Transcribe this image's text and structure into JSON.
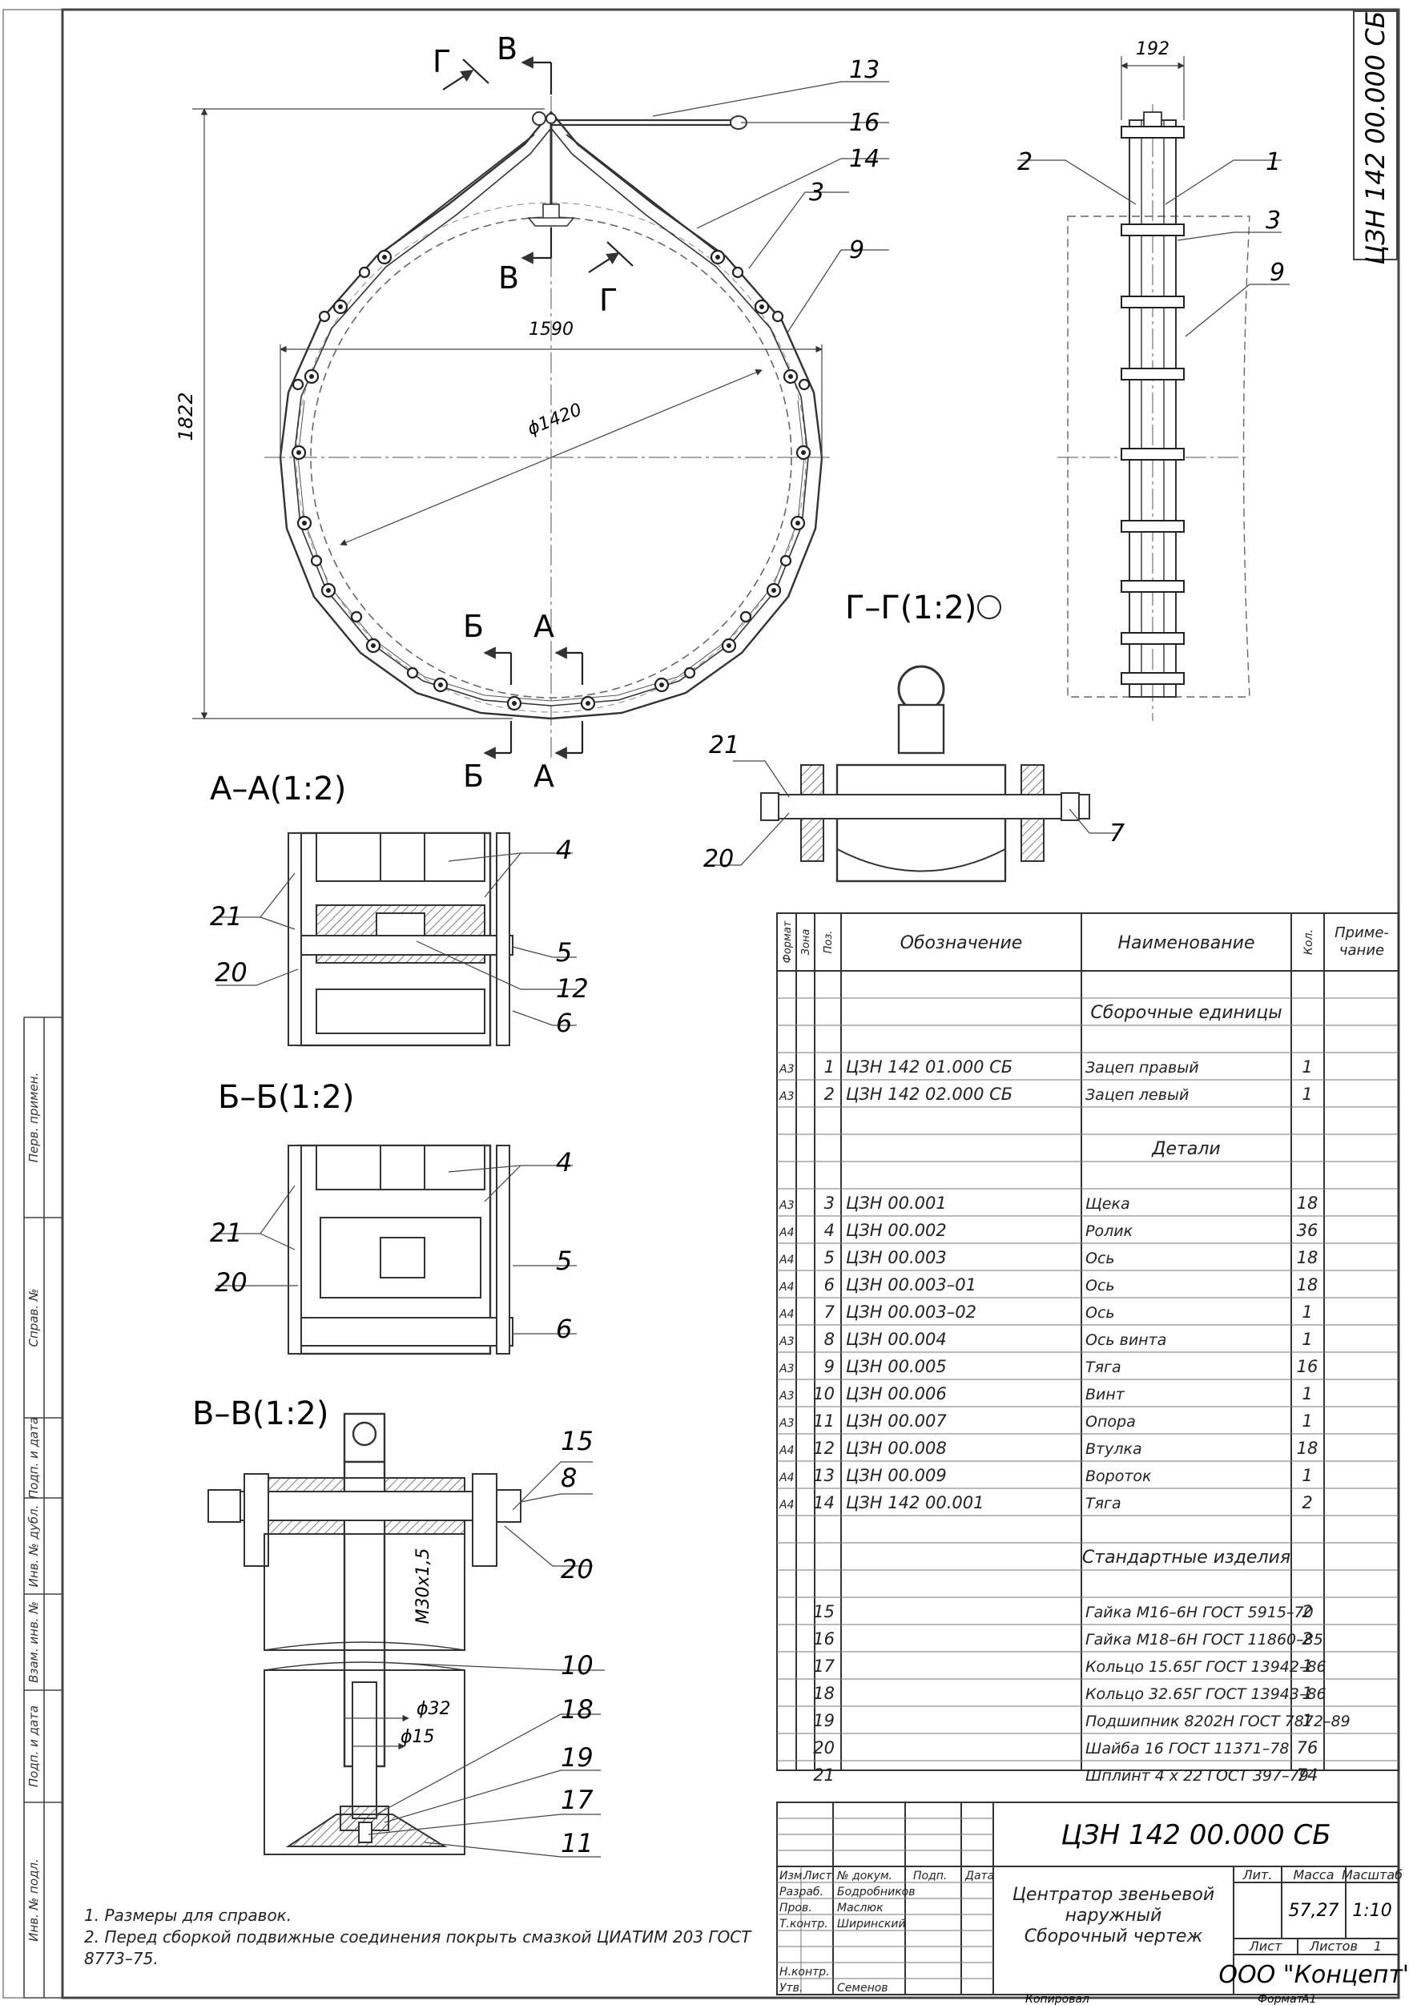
{
  "stamp_code": "ЦЗН 142 00.000 СБ",
  "views": {
    "aa_title": "А–А(1:2)",
    "bb_title": "Б–Б(1:2)",
    "vv_title": "В–В(1:2)",
    "gg_title": "Г–Г(1:2)"
  },
  "section_marks": {
    "g": "Г",
    "v": "В",
    "b": "Б",
    "a": "А"
  },
  "dims": {
    "d1822": "1822",
    "d1590": "1590",
    "d1420": "ϕ1420",
    "d192": "192",
    "m30": "M30x1,5",
    "d32": "ϕ32",
    "d15": "ϕ15"
  },
  "callouts": {
    "c1": "1",
    "c2": "2",
    "c3": "3",
    "c4": "4",
    "c5": "5",
    "c6": "6",
    "c7": "7",
    "c8": "8",
    "c9": "9",
    "c10": "10",
    "c11": "11",
    "c12": "12",
    "c13": "13",
    "c14": "14",
    "c15": "15",
    "c16": "16",
    "c17": "17",
    "c18": "18",
    "c19": "19",
    "c20": "20",
    "c21": "21"
  },
  "notes": {
    "n1": "1. Размеры для справок.",
    "n2a": "2. Перед сборкой подвижные соединения покрыть смазкой ЦИАТИМ 203 ГОСТ",
    "n2b": "8773–75."
  },
  "side_labels": {
    "perv_primen": "Перв. примен.",
    "sprav": "Справ. №",
    "podp_data1": "Подп. и дата",
    "inv_dubl": "Инв. № дубл.",
    "vzam_inv": "Взам. инв. №",
    "podp_data2": "Подп. и дата",
    "inv_podl": "Инв. № подл."
  },
  "spec": {
    "headers": {
      "format": "Формат",
      "zone": "Зона",
      "pos": "Поз.",
      "designation": "Обозначение",
      "name": "Наименование",
      "qty": "Кол.",
      "note_1": "Приме-",
      "note_2": "чание"
    },
    "group_assembly": "Сборочные единицы",
    "group_details": "Детали",
    "group_standard": "Стандартные изделия",
    "rows_assembly": [
      {
        "fmt": "A3",
        "pos": "1",
        "des": "ЦЗН 142 01.000 СБ",
        "name": "Зацеп правый",
        "qty": "1"
      },
      {
        "fmt": "A3",
        "pos": "2",
        "des": "ЦЗН 142 02.000 СБ",
        "name": "Зацеп левый",
        "qty": "1"
      }
    ],
    "rows_details": [
      {
        "fmt": "A3",
        "pos": "3",
        "des": "ЦЗН 00.001",
        "name": "Щека",
        "qty": "18"
      },
      {
        "fmt": "A4",
        "pos": "4",
        "des": "ЦЗН 00.002",
        "name": "Ролик",
        "qty": "36"
      },
      {
        "fmt": "A4",
        "pos": "5",
        "des": "ЦЗН 00.003",
        "name": "Ось",
        "qty": "18"
      },
      {
        "fmt": "A4",
        "pos": "6",
        "des": "ЦЗН 00.003–01",
        "name": "Ось",
        "qty": "18"
      },
      {
        "fmt": "A4",
        "pos": "7",
        "des": "ЦЗН 00.003–02",
        "name": "Ось",
        "qty": "1"
      },
      {
        "fmt": "A3",
        "pos": "8",
        "des": "ЦЗН 00.004",
        "name": "Ось винта",
        "qty": "1"
      },
      {
        "fmt": "A3",
        "pos": "9",
        "des": "ЦЗН 00.005",
        "name": "Тяга",
        "qty": "16"
      },
      {
        "fmt": "A3",
        "pos": "10",
        "des": "ЦЗН 00.006",
        "name": "Винт",
        "qty": "1"
      },
      {
        "fmt": "A3",
        "pos": "11",
        "des": "ЦЗН 00.007",
        "name": "Опора",
        "qty": "1"
      },
      {
        "fmt": "A4",
        "pos": "12",
        "des": "ЦЗН 00.008",
        "name": "Втулка",
        "qty": "18"
      },
      {
        "fmt": "A4",
        "pos": "13",
        "des": "ЦЗН 00.009",
        "name": "Вороток",
        "qty": "1"
      },
      {
        "fmt": "A4",
        "pos": "14",
        "des": "ЦЗН 142 00.001",
        "name": "Тяга",
        "qty": "2"
      }
    ],
    "rows_standard": [
      {
        "pos": "15",
        "name": "Гайка М16–6Н ГОСТ 5915–70",
        "qty": "2"
      },
      {
        "pos": "16",
        "name": "Гайка М18–6Н ГОСТ 11860–85",
        "qty": "2"
      },
      {
        "pos": "17",
        "name": "Кольцо 15.65Г ГОСТ 13942–86",
        "qty": "1"
      },
      {
        "pos": "18",
        "name": "Кольцо 32.65Г ГОСТ 13943–86",
        "qty": "1"
      },
      {
        "pos": "19",
        "name": "Подшипник 8202Н ГОСТ 7872–89",
        "qty": "1"
      },
      {
        "pos": "20",
        "name": "Шайба 16 ГОСТ 11371–78",
        "qty": "76"
      },
      {
        "pos": "21",
        "name": "Шплинт 4 х 22 ГОСТ 397–79",
        "qty": "74"
      }
    ]
  },
  "title_block": {
    "code": "ЦЗН 142 00.000 СБ",
    "name_1": "Центратор звеньевой",
    "name_2": "наружный",
    "name_3": "Сборочный чертеж",
    "lit": "Лит.",
    "massa": "Масса",
    "masshtab": "Масштаб",
    "mass_value": "57,27",
    "scale_value": "1:10",
    "list": "Лист",
    "listov": "Листов",
    "listov_value": "1",
    "company": "ООО \"Концепт\"",
    "col_izm": "Изм.",
    "col_list": "Лист",
    "col_ndok": "№ докум.",
    "col_podp": "Подп.",
    "col_data": "Дата",
    "role_razrab": "Разраб.",
    "role_prov": "Пров.",
    "role_tkontr": "Т.контр.",
    "role_nkontr": "Н.контр.",
    "role_utv": "Утв.",
    "name_razrab": "Бодробников",
    "name_prov": "Маслюк",
    "name_tkontr": "Ширинский",
    "name_utv": "Семенов",
    "kopiroval": "Копировал",
    "format": "Формат",
    "format_value": "А1"
  }
}
